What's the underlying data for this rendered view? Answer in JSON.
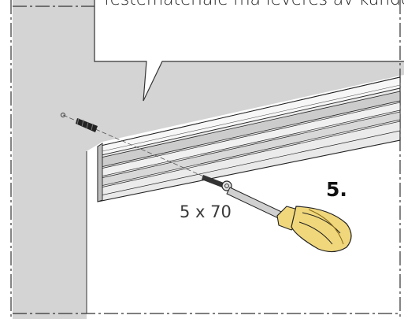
{
  "callout": {
    "text": "festemateriale må leveres av kunde"
  },
  "screw_size_label": "5 x 70",
  "step_number_label": "5.",
  "colors": {
    "wall": "#d4d4d4",
    "rail": "#e6e6e6",
    "outline": "#222222",
    "screwdriver_handle": "#f0d77c",
    "screwdriver_shaft": "#cfcfcf"
  }
}
